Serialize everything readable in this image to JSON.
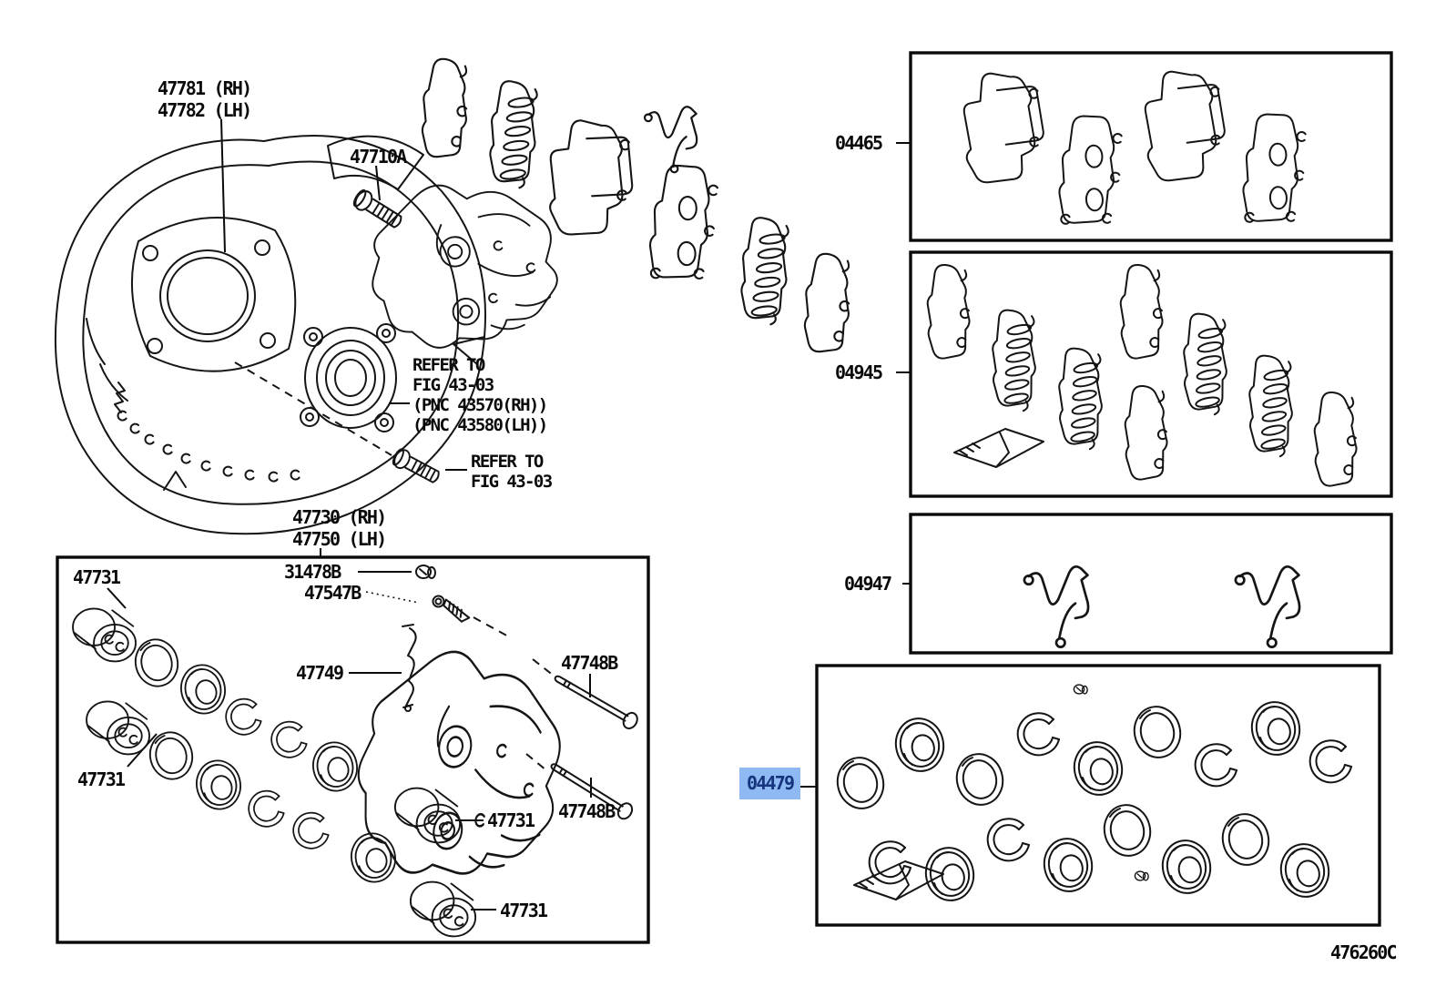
{
  "figure": {
    "code": "476260C",
    "description": "Front disc brake caliper and dust cover parts diagram",
    "highlight_bg": "#8FB9F2",
    "highlight_fg": "#16337E",
    "line_color": "#151515"
  },
  "callouts": {
    "dust_shield_rh": "47781 (RH)",
    "dust_shield_lh": "47782 (LH)",
    "hub_bolt": "47710A",
    "hub_note": "REFER TO\nFIG 43-03\n(PNC 43570(RH))\n(PNC 43580(LH))",
    "bolt_note": "REFER TO\nFIG 43-03",
    "caliper_rh": "47730 (RH)",
    "caliper_lh": "47750 (LH)",
    "bleeder_plug": "31478B",
    "bleeder_screw": "47547B",
    "piston_top": "47731",
    "piston_left": "47731",
    "piston_mid": "47731",
    "piston_bottom": "47731",
    "pad_support_clip": "47749",
    "pad_pin_top": "47748B",
    "pad_pin_bottom": "47748B",
    "kit_pads": "04465",
    "kit_shims": "04945",
    "kit_fittings": "04947",
    "kit_seals": "04479"
  }
}
